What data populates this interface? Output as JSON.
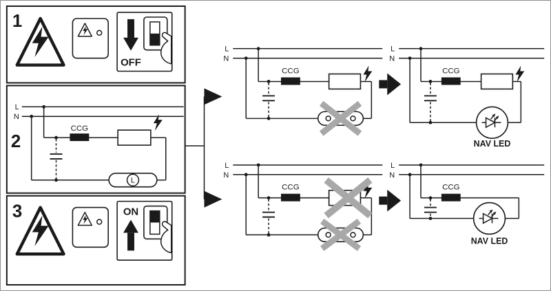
{
  "panels": {
    "p1": {
      "number": "1",
      "switch": "OFF"
    },
    "p2": {
      "number": "2"
    },
    "p3": {
      "number": "3",
      "switch": "ON"
    }
  },
  "labels": {
    "line_l": "L",
    "line_n": "N",
    "ccg": "CCG",
    "lamp": "L",
    "nav_led": "NAV LED"
  },
  "icons": {
    "hazard": "high-voltage-warning-triangle",
    "ignitor_pulse": "lightning-bolt",
    "defective": "gray-cross",
    "switch_off": "rocker-switch-off",
    "switch_on": "rocker-switch-on",
    "hand": "pressing-hand"
  },
  "colors": {
    "ink": "#1a1a1a",
    "cross_gray": "#a8a8a8",
    "background": "#ffffff",
    "border": "#8c8c8c"
  }
}
